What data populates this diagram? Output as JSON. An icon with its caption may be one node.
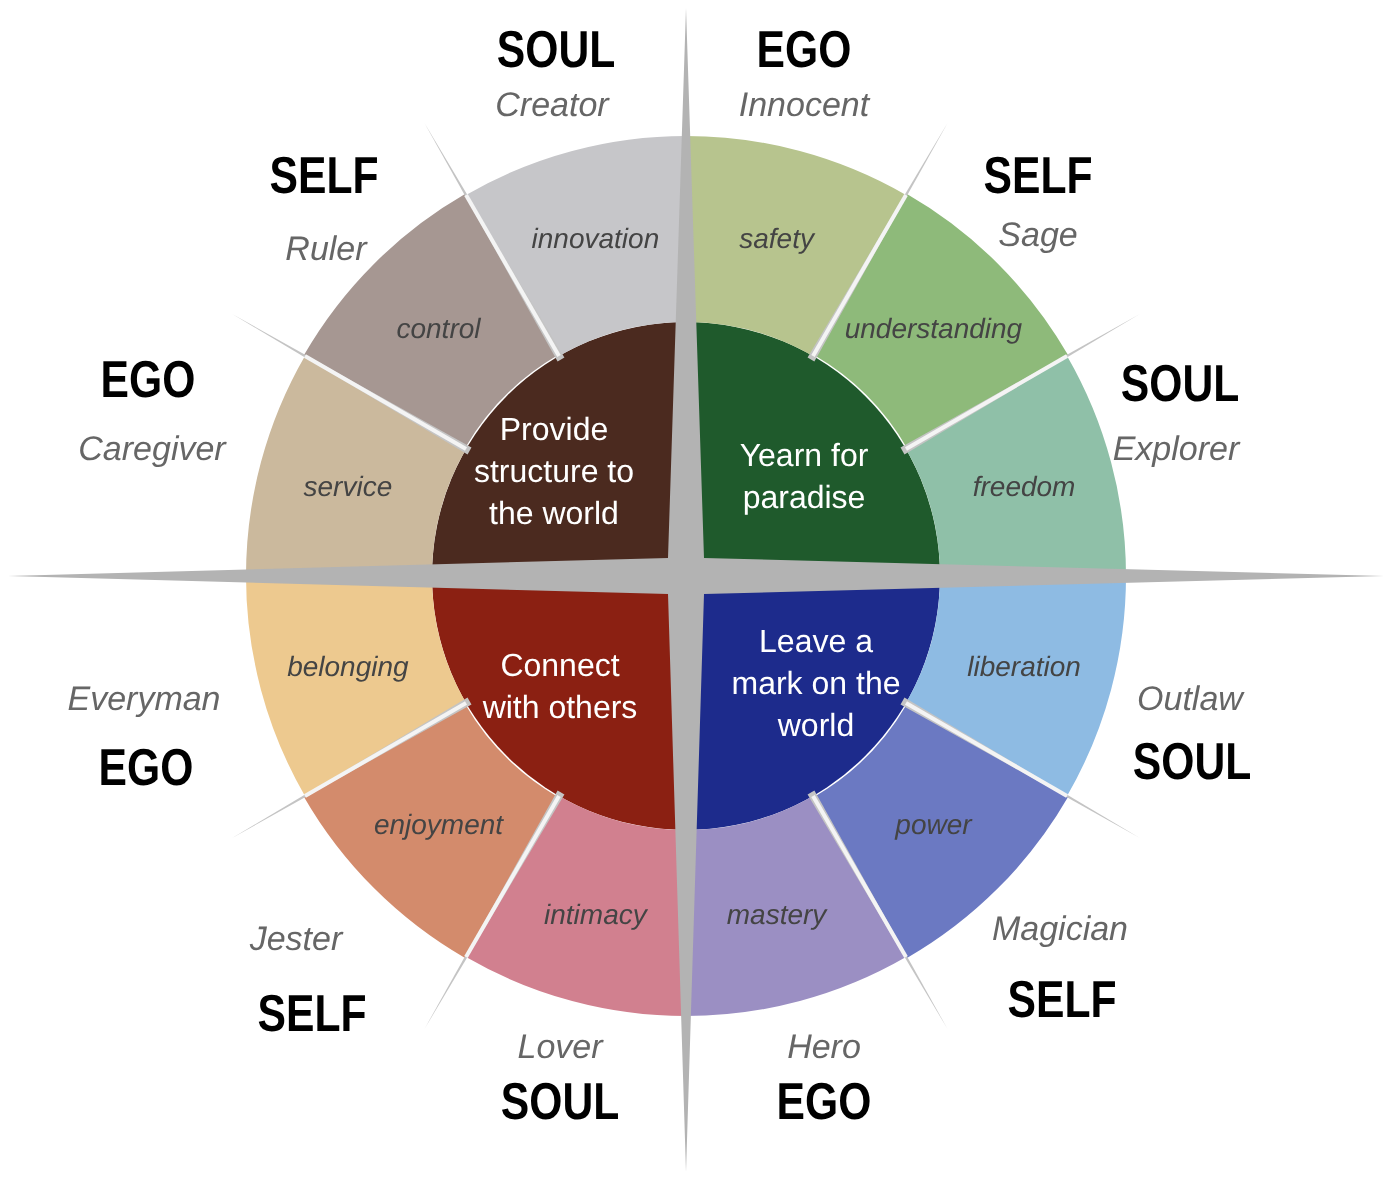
{
  "diagram": {
    "nodes": [
      {
        "text": [
          "Provide structure to the world"
        ]
      },
      {
        "text": [
          "Yearn for paradise"
        ]
      },
      {
        "text": [
          "Connect with others"
        ]
      },
      {
        "text": [
          "Leave a mark on the world"
        ]
      },
      {
        "text": [
          "safety"
        ],
        "beside": [
          "EGO",
          "Innocent"
        ]
      },
      {
        "text": [
          "understanding"
        ],
        "beside": [
          "SELF",
          "Sage"
        ]
      },
      {
        "text": [
          "freedom"
        ],
        "beside": [
          "SOUL",
          "Explorer"
        ]
      },
      {
        "text": [
          "liberation"
        ],
        "beside": [
          "Outlaw",
          "SOUL"
        ]
      },
      {
        "text": [
          "power"
        ],
        "beside": [
          "Magician",
          "SELF"
        ]
      },
      {
        "text": [
          "mastery"
        ],
        "beside": [
          "Hero",
          "EGO"
        ]
      },
      {
        "text": [
          "intimacy"
        ],
        "beside": [
          "Lover",
          "SOUL"
        ]
      },
      {
        "text": [
          "enjoyment"
        ],
        "beside": [
          "Jester",
          "SELF"
        ]
      },
      {
        "text": [
          "belonging"
        ],
        "beside": [
          "Everyman",
          "EGO"
        ]
      },
      {
        "text": [
          "service"
        ],
        "beside": [
          "EGO",
          "Caregiver"
        ]
      },
      {
        "text": [
          "control"
        ],
        "beside": [
          "SELF",
          "Ruler"
        ]
      },
      {
        "text": [
          "innovation"
        ],
        "beside": [
          "SOUL",
          "Creator"
        ]
      }
    ]
  }
}
